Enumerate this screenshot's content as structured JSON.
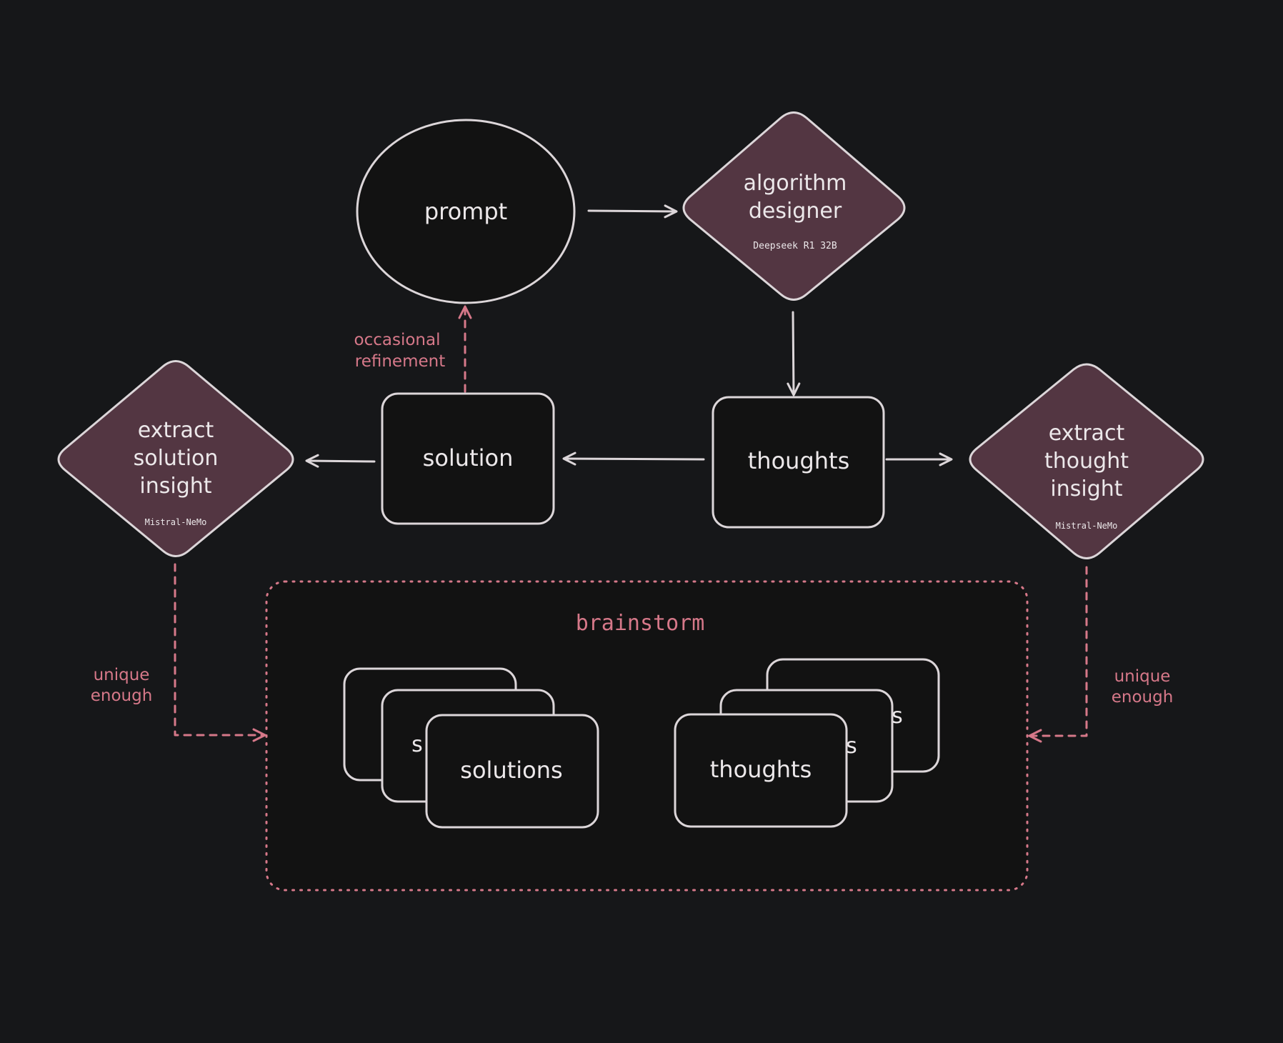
{
  "colors": {
    "background": "#161719",
    "stroke": "#dcd6d9",
    "text": "#ece8ea",
    "accent": "#d67889",
    "diamond_fill": "#533642",
    "node_fill": "#121212"
  },
  "nodes": {
    "prompt": {
      "label": "prompt"
    },
    "algorithm_designer": {
      "line1": "algorithm",
      "line2": "designer",
      "model": "Deepseek R1 32B"
    },
    "thoughts": {
      "label": "thoughts"
    },
    "solution": {
      "label": "solution"
    },
    "extract_solution_insight": {
      "line1": "extract",
      "line2": "solution",
      "line3": "insight",
      "model": "Mistral-NeMo"
    },
    "extract_thought_insight": {
      "line1": "extract",
      "line2": "thought",
      "line3": "insight",
      "model": "Mistral-NeMo"
    }
  },
  "edge_labels": {
    "occasional_refinement": {
      "line1": "occasional",
      "line2": "refinement"
    },
    "unique_enough_left": {
      "line1": "unique",
      "line2": "enough"
    },
    "unique_enough_right": {
      "line1": "unique",
      "line2": "enough"
    }
  },
  "brainstorm": {
    "title": "brainstorm",
    "solutions_label": "solutions",
    "thoughts_label": "thoughts",
    "solutions_back_fragment": "s",
    "thoughts_back_fragment_1": "s",
    "thoughts_back_fragment_2": "s"
  }
}
